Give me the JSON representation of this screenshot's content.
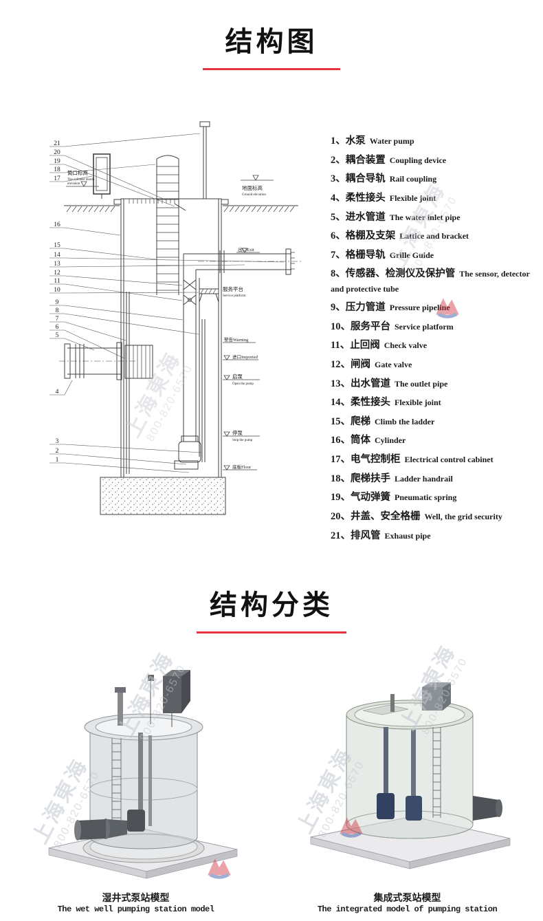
{
  "sections": {
    "structure": {
      "title": "结构图"
    },
    "classification": {
      "title": "结构分类"
    }
  },
  "parts": [
    {
      "label": "1、水泵",
      "en": "Water pump"
    },
    {
      "label": "2、耦合装置",
      "en": "Coupling device"
    },
    {
      "label": "3、耦合导轨",
      "en": "Rail coupling"
    },
    {
      "label": "4、柔性接头",
      "en": "Flexible joint"
    },
    {
      "label": "5、进水管道",
      "en": "The water inlet pipe"
    },
    {
      "label": "6、格棚及支架",
      "en": "Lattice and bracket"
    },
    {
      "label": "7、格栅导轨",
      "en": "Grille Guide"
    },
    {
      "label": "8、传感器、检测仪及保护管",
      "en": "The sensor, detector and protective tube"
    },
    {
      "label": "9、压力管道",
      "en": "Pressure pipeline"
    },
    {
      "label": "10、服务平台",
      "en": "Service platform"
    },
    {
      "label": "11、止回阀",
      "en": "Check valve"
    },
    {
      "label": "12、闸阀",
      "en": "Gate valve"
    },
    {
      "label": "13、出水管道",
      "en": "The outlet pipe"
    },
    {
      "label": "14、柔性接头",
      "en": "Flexible joint"
    },
    {
      "label": "15、爬梯",
      "en": "Climb the ladder"
    },
    {
      "label": "16、筒体",
      "en": "Cylinder"
    },
    {
      "label": "17、电气控制柜",
      "en": "Electrical control cabinet"
    },
    {
      "label": "18、爬梯扶手",
      "en": "Ladder handrail"
    },
    {
      "label": "19、气动弹簧",
      "en": "Pneumatic spring"
    },
    {
      "label": "20、井盖、安全格栅",
      "en": "Well, the grid security"
    },
    {
      "label": "21、排风管",
      "en": "Exhaust pipe"
    }
  ],
  "drawing": {
    "callouts": [
      "1",
      "2",
      "3",
      "4",
      "5",
      "6",
      "7",
      "8",
      "9",
      "10",
      "11",
      "12",
      "13",
      "14",
      "15",
      "16",
      "17",
      "18",
      "19",
      "20",
      "21"
    ],
    "annotations": {
      "mouth_cn": "筒口标高",
      "mouth_en_1": "The cylinder mouth",
      "mouth_en_2": "elevation",
      "ground_cn": "地面标高",
      "ground_en": "Ground elevation",
      "exit": "出口Exit",
      "platform_cn": "服务平台",
      "platform_en": "Service platform",
      "warning": "警告Warning",
      "inlet": "进口Imported",
      "pump_start_cn": "启泵",
      "pump_start_en": "Open the pump",
      "pump_stop_cn": "停泵",
      "pump_stop_en": "Stop the pump",
      "floor": "底板Floor"
    }
  },
  "models": [
    {
      "cn": "湿井式泵站模型",
      "en": "The wet well pumping station model"
    },
    {
      "cn": "集成式泵站模型",
      "en": "The integrated model of pumping station"
    }
  ],
  "watermark": {
    "line1": "上海東海",
    "line2": "800-820-6570"
  },
  "colors": {
    "accent": "#e8323f"
  }
}
